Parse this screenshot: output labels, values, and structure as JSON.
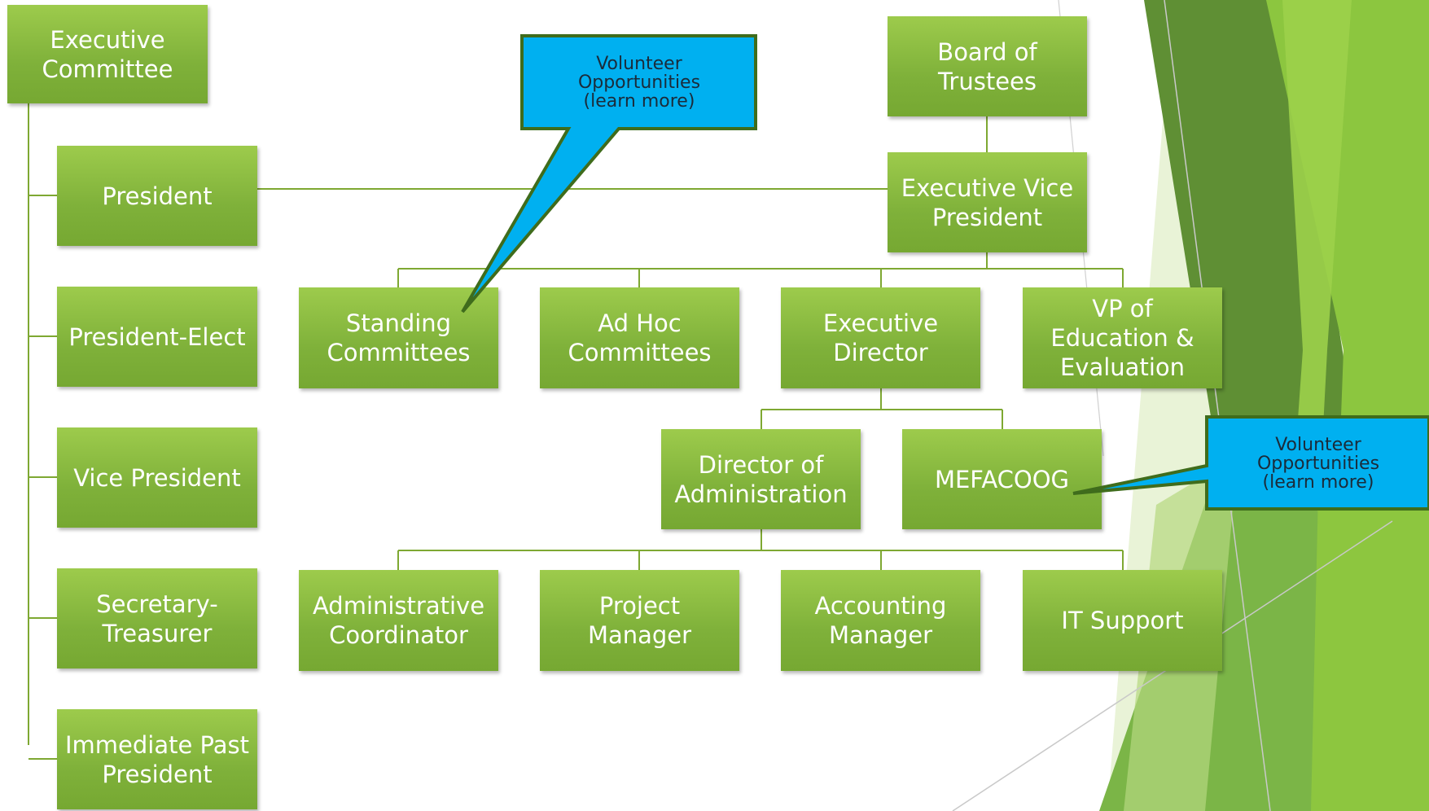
{
  "colors": {
    "box_fill": "#86b83b",
    "connector": "#7ea832",
    "callout_fill": "#00b0f0",
    "callout_border": "#3f6c1c",
    "accent_dark": "#4e7a1e",
    "accent_light": "#c8e19c"
  },
  "nodes": {
    "executive_committee": "Executive\nCommittee",
    "president": "President",
    "president_elect": "President-Elect",
    "vice_president": "Vice President",
    "secretary_treasurer": "Secretary-\nTreasurer",
    "immediate_past_president": "Immediate Past\nPresident",
    "board_of_trustees": "Board of\nTrustees",
    "executive_vice_president": "Executive Vice\nPresident",
    "standing_committees": "Standing\nCommittees",
    "ad_hoc_committees": "Ad Hoc\nCommittees",
    "executive_director": "Executive\nDirector",
    "vp_education": "VP of\nEducation &\nEvaluation",
    "director_of_administration": "Director of\nAdministration",
    "mefacoog": "MEFACOOG",
    "administrative_coordinator": "Administrative\nCoordinator",
    "project_manager": "Project\nManager",
    "accounting_manager": "Accounting\nManager",
    "it_support": "IT Support"
  },
  "callouts": {
    "standing": "Volunteer\nOpportunities\n(learn more)",
    "mefacoog": "Volunteer\nOpportunities\n(learn more)"
  }
}
